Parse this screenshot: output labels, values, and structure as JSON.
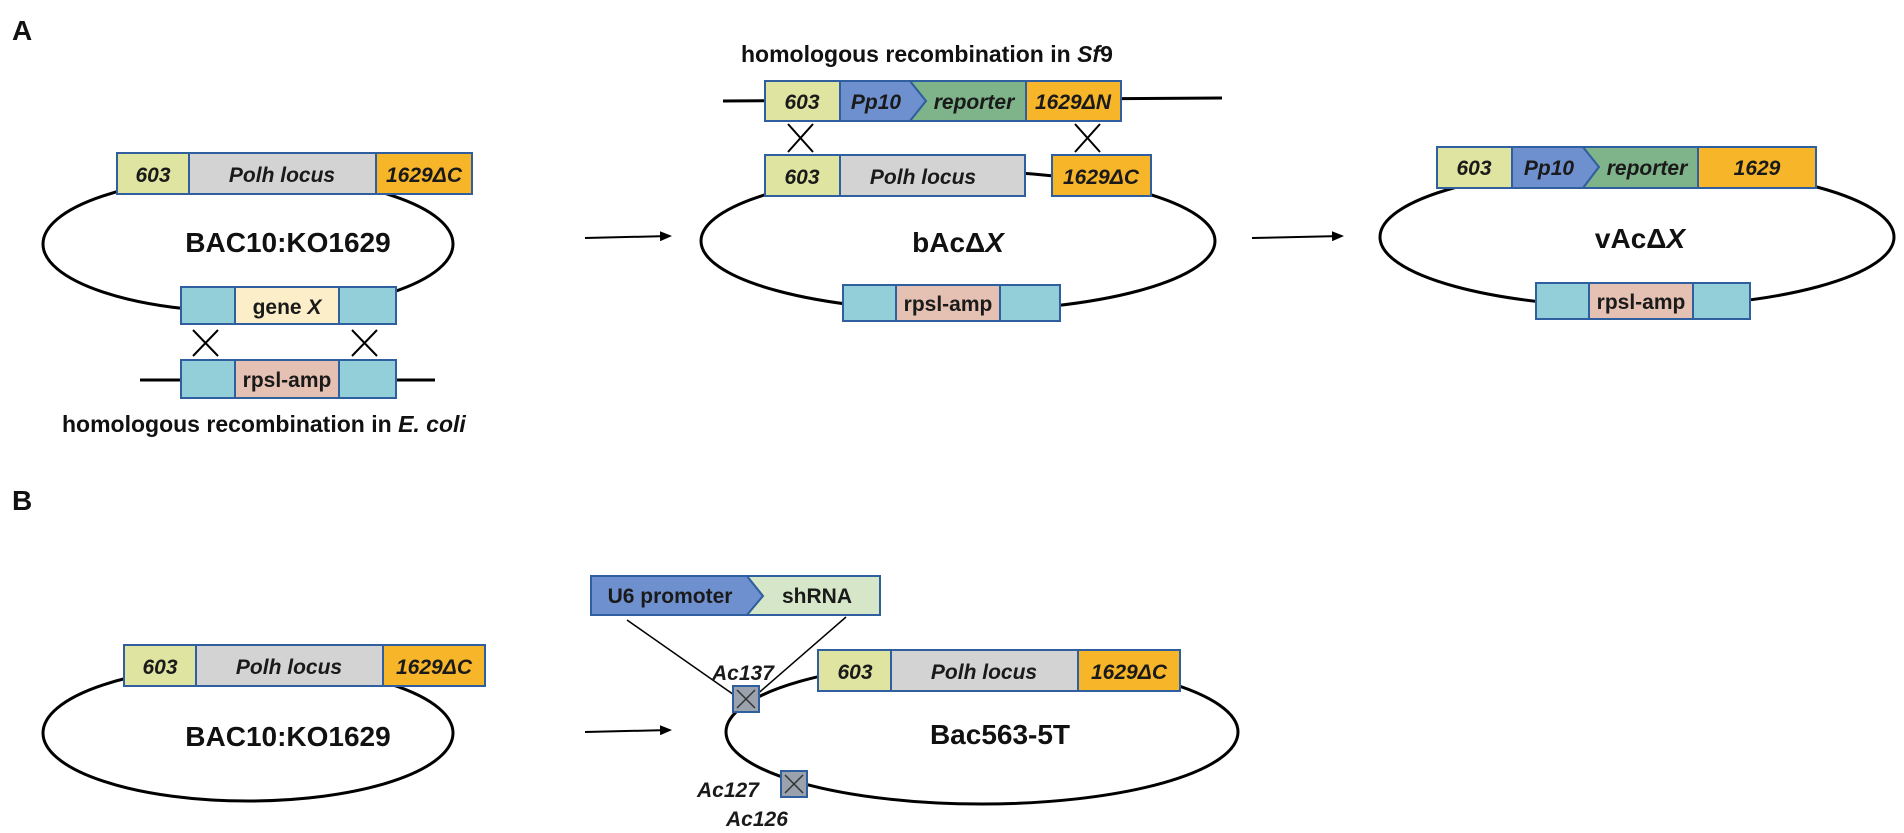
{
  "panel_a": {
    "letter": "A",
    "left": {
      "plasmid_name": "BAC10:KO1629",
      "seg_603": "603",
      "seg_polh": "Polh locus",
      "seg_1629dc": "1629ΔC",
      "gene_x": "gene X",
      "gene_x_plain": "gene ",
      "gene_x_ital": "X",
      "rpsl": "rpsl-amp",
      "caption_plain": "homologous recombination in ",
      "caption_ital": "E. coli"
    },
    "middle": {
      "plasmid_plain": "bAcΔ",
      "plasmid_ital": "X",
      "caption_plain": "homologous recombination in ",
      "caption_ital": "Sf",
      "caption_end": "9",
      "seg_603_top": "603",
      "seg_pp10": "Pp10",
      "seg_reporter": "reporter",
      "seg_1629dn": "1629ΔN",
      "seg_603": "603",
      "seg_polh": "Polh locus",
      "seg_1629dc": "1629ΔC",
      "rpsl": "rpsl-amp"
    },
    "right": {
      "plasmid_plain": "vAcΔ",
      "plasmid_ital": "X",
      "seg_603": "603",
      "seg_pp10": "Pp10",
      "seg_reporter": "reporter",
      "seg_1629": "1629",
      "rpsl": "rpsl-amp"
    }
  },
  "panel_b": {
    "letter": "B",
    "left": {
      "plasmid_name": "BAC10:KO1629",
      "seg_603": "603",
      "seg_polh": "Polh locus",
      "seg_1629dc": "1629ΔC"
    },
    "right": {
      "plasmid_name": "Bac563-5T",
      "u6": "U6 promoter",
      "shrna": "shRNA",
      "ac137": "Ac137",
      "ac127": "Ac127",
      "ac126": "Ac126",
      "seg_603": "603",
      "seg_polh": "Polh locus",
      "seg_1629dc": "1629ΔC"
    }
  },
  "colors": {
    "border": "#2f5f9e",
    "seg_603": "#dfe4a0",
    "seg_polh": "#d3d3d3",
    "seg_1629": "#f7b52a",
    "flank": "#93cfd9",
    "rpsl": "#e5c1b4",
    "gene_x": "#fbeec8",
    "pp10": "#6f90cf",
    "reporter": "#7fb38a",
    "u6": "#6f90cf",
    "shrna": "#d6e6c8",
    "site_box": "#9aa3ad"
  }
}
